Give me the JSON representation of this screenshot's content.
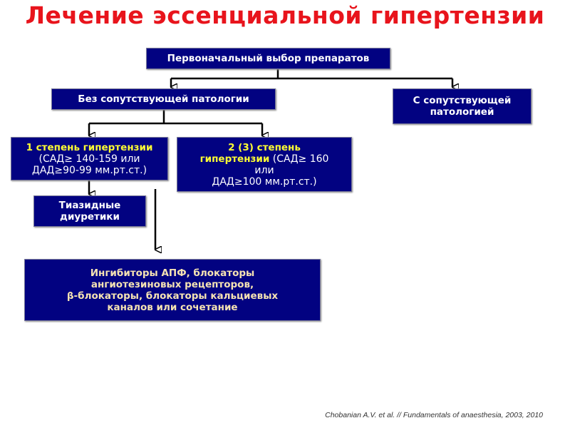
{
  "title": "Лечение эссенциальной гипертензии",
  "boxes": {
    "initial": "Первоначальный выбор препаратов",
    "without": "Без сопутствующей патологии",
    "with": "С сопутствующей патологией",
    "stage1_title": "1 степень гипертензии",
    "stage1_detail_1": "(САД≥ 140-159 или",
    "stage1_detail_2": "ДАД≥90-99 мм.рт.ст.)",
    "stage2_title_1": "2 (3) степень",
    "stage2_title_2": "гипертензии",
    "stage2_detail_1": " (САД≥ 160",
    "stage2_detail_2": "или",
    "stage2_detail_3": "ДАД≥100 мм.рт.ст.)",
    "thiazide": "Тиазидные диуретики",
    "inhibitors_1": "Ингибиторы АПФ, блокаторы",
    "inhibitors_2": "ангиотезиновых рецепторов,",
    "inhibitors_3": "β-блокаторы, блокаторы кальциевых",
    "inhibitors_4": "каналов или сочетание"
  },
  "citation": "Chobanian A.V. et al. // Fundamentals of anaesthesia, 2003, 2010"
}
